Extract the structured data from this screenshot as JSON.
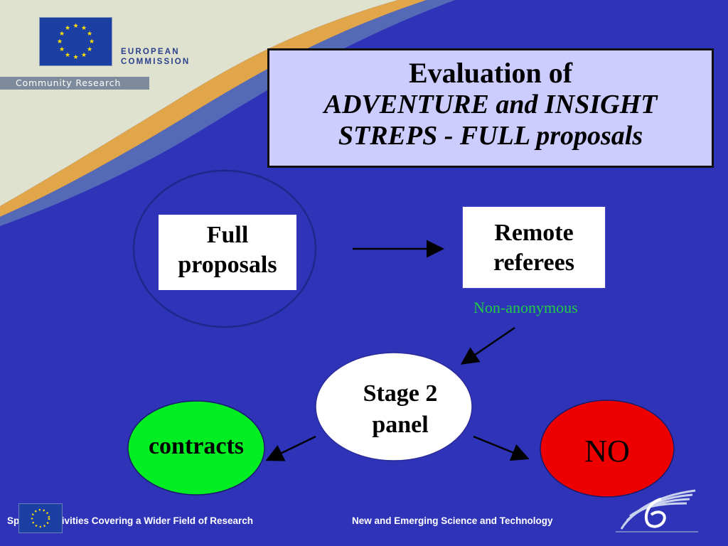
{
  "branding": {
    "ec_line1": "EUROPEAN",
    "ec_line2": "COMMISSION",
    "community_research": "Community Research"
  },
  "title": {
    "line1": "Evaluation of",
    "line2": "ADVENTURE and INSIGHT",
    "line3": "STREPS - FULL proposals"
  },
  "diagram": {
    "full_proposals_line1": "Full",
    "full_proposals_line2": "proposals",
    "remote_line1": "Remote",
    "remote_line2": "referees",
    "non_anonymous": "Non-anonymous",
    "stage_line1": "Stage 2",
    "stage_line2": "panel",
    "contracts": "contracts",
    "no": "NO"
  },
  "footer": {
    "left": "Specific Activities Covering a Wider Field of Research",
    "right": "New and Emerging Science and Technology"
  },
  "colors": {
    "background": "#2f33b8",
    "title_box": "#ccccff",
    "contracts": "#00ee22",
    "no": "#ee0000",
    "non_anonymous_text": "#22cc44"
  }
}
